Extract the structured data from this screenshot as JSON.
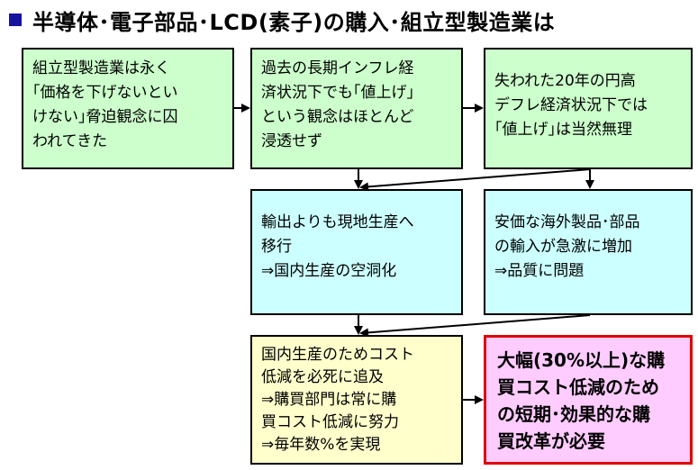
{
  "title": {
    "text": "半導体･電子部品･LCD(素子)の購入･組立型製造業は"
  },
  "boxes": {
    "box1": {
      "lines": [
        "組立型製造業は永く",
        "｢価格を下げないとい",
        "けない｣脅迫観念に囚",
        "われてきた"
      ]
    },
    "box2": {
      "lines": [
        "過去の長期インフレ経",
        "済状況下でも｢値上げ｣",
        "という観念はほとんど",
        "浸透せず"
      ]
    },
    "box3": {
      "lines": [
        "失われた20年の円高",
        "デフレ経済状況下では",
        "｢値上げ｣は当然無理"
      ]
    },
    "box4": {
      "lines": [
        "輸出よりも現地生産へ",
        "移行",
        "⇒国内生産の空洞化"
      ]
    },
    "box5": {
      "lines": [
        "安価な海外製品･部品",
        "の輸入が急激に増加",
        "⇒品質に問題"
      ]
    },
    "box6": {
      "lines": [
        "国内生産のためコスト",
        "低減を必死に追及",
        "⇒購買部門は常に購",
        "買コスト低減に努力",
        "⇒毎年数%を実現"
      ]
    },
    "box7": {
      "lines": [
        "大幅(30%以上)な購",
        "買コスト低減のため",
        "の短期･効果的な購",
        "買改革が必要"
      ]
    }
  },
  "colors": {
    "title_square": "#1414a0",
    "green_box": "#ccffcc",
    "cyan_box": "#ccffff",
    "yellow_box": "#ffffcc",
    "pink_box": "#ffccff",
    "highlight_border": "#e00000"
  }
}
